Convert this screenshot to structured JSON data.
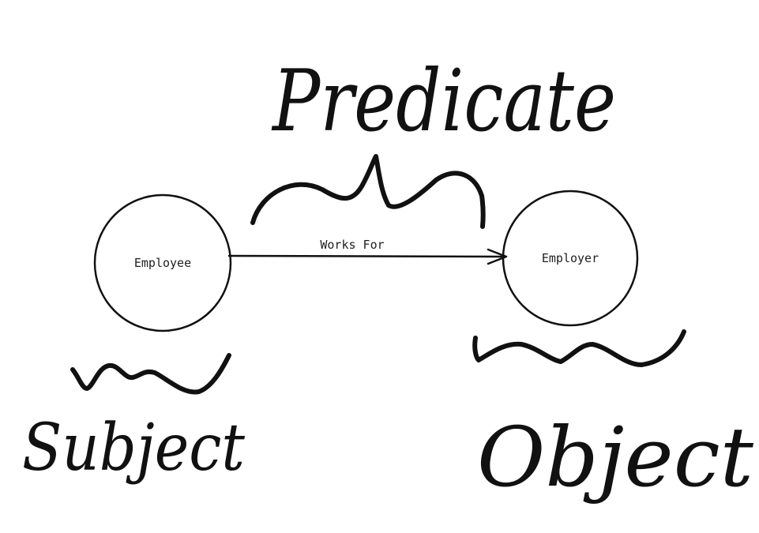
{
  "diagram": {
    "subject_node": {
      "label": "Employee"
    },
    "object_node": {
      "label": "Employer"
    },
    "edge": {
      "label": "Works For"
    },
    "annotations": {
      "predicate": "Predicate",
      "subject": "Subject",
      "object": "Object"
    },
    "colors": {
      "stroke": "#111111",
      "background": "#ffffff"
    }
  }
}
